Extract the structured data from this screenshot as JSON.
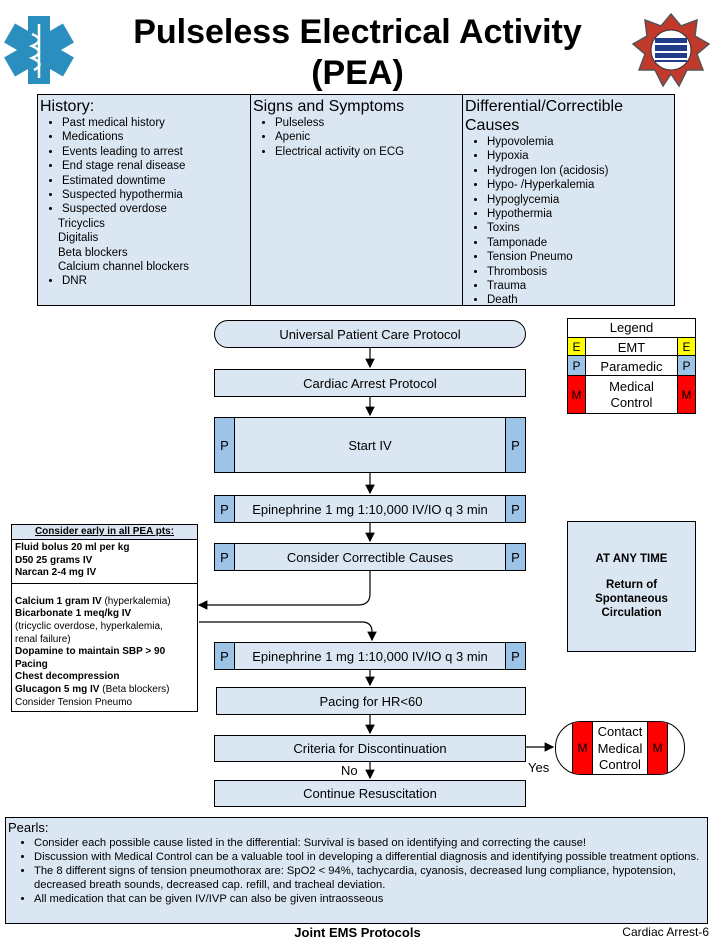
{
  "header": {
    "title_line1": "Pulseless Electrical Activity",
    "title_line2": "(PEA)"
  },
  "history": {
    "heading": "History:",
    "items": [
      "Past medical history",
      "Medications",
      "Events leading to arrest",
      "End stage renal disease",
      "Estimated downtime",
      "Suspected hypothermia",
      "Suspected overdose"
    ],
    "overdose_sub": [
      "Tricyclics",
      "Digitalis",
      "Beta blockers",
      "Calcium channel blockers"
    ],
    "last": "DNR"
  },
  "signs": {
    "heading": "Signs and Symptoms",
    "items": [
      "Pulseless",
      "Apenic",
      "Electrical activity on ECG"
    ]
  },
  "differential": {
    "heading": "Differential/Correctible Causes",
    "items": [
      "Hypovolemia",
      "Hypoxia",
      "Hydrogen Ion (acidosis)",
      "Hypo- /Hyperkalemia",
      "Hypoglycemia",
      "Hypothermia",
      "Toxins",
      "Tamponade",
      "Tension Pneumo",
      "Thrombosis",
      "Trauma",
      "Death"
    ]
  },
  "flow": {
    "universal": "Universal Patient Care Protocol",
    "cardiac": "Cardiac Arrest Protocol",
    "start_iv": "Start IV",
    "epi1": "Epinephrine 1 mg 1:10,000 IV/IO q 3 min",
    "correctible": "Consider Correctible Causes",
    "epi2": "Epinephrine 1 mg 1:10,000 IV/IO q 3 min",
    "pacing": "Pacing for HR<60",
    "criteria": "Criteria for Discontinuation",
    "no": "No",
    "yes": "Yes",
    "continue": "Continue Resuscitation",
    "contact_line1": "Contact",
    "contact_line2": "Medical",
    "contact_line3": "Control",
    "p": "P",
    "m": "M"
  },
  "legend": {
    "title": "Legend",
    "emt": "EMT",
    "emt_tag": "E",
    "paramedic": "Paramedic",
    "paramedic_tag": "P",
    "medical_line1": "Medical",
    "medical_line2": "Control",
    "medical_tag": "M"
  },
  "any_time": {
    "line1": "AT ANY TIME",
    "line2": "Return of",
    "line3": "Spontaneous",
    "line4": "Circulation"
  },
  "side": {
    "heading": "Consider early in all PEA pts:",
    "top": [
      "Fluid bolus 20 ml per kg",
      "D50 25 grams IV",
      "Narcan 2-4 mg IV"
    ],
    "calcium": "Calcium 1 gram IV",
    "calcium_note": " (hyperkalemia)",
    "bicarb": "Bicarbonate 1 meq/kg IV",
    "bicarb_note1": "(tricyclic overdose, hyperkalemia,",
    "bicarb_note2": "renal failure)",
    "dopamine": "Dopamine to maintain SBP > 90",
    "pacing": "Pacing",
    "chest": "Chest decompression",
    "glucagon": "Glucagon 5 mg IV",
    "glucagon_note": " (Beta blockers)",
    "tension": "Consider Tension Pneumo"
  },
  "pearls": {
    "heading": "Pearls:",
    "items": [
      "Consider each possible cause listed in the differential: Survival is based on identifying and correcting the cause!",
      "Discussion with Medical Control can be a valuable tool in developing a differential diagnosis and identifying possible treatment options.",
      "The 8 different signs of tension pneumothorax are: SpO2 < 94%, tachycardia, cyanosis, decreased lung compliance, hypotension, decreased breath sounds, decreased cap. refill, and tracheal deviation.",
      "All medication that can be given IV/IVP can also be given intraosseous"
    ]
  },
  "footer": {
    "center": "Joint EMS Protocols",
    "right": "Cardiac Arrest-6"
  },
  "colors": {
    "box": "#dbe6f3",
    "p_tag": "#9dc3e6",
    "e_tag": "#ffff00",
    "m_tag": "#ff0000"
  },
  "icons": {
    "left_logo": "star-of-life-icon",
    "right_logo": "fire-rescue-badge-icon"
  }
}
